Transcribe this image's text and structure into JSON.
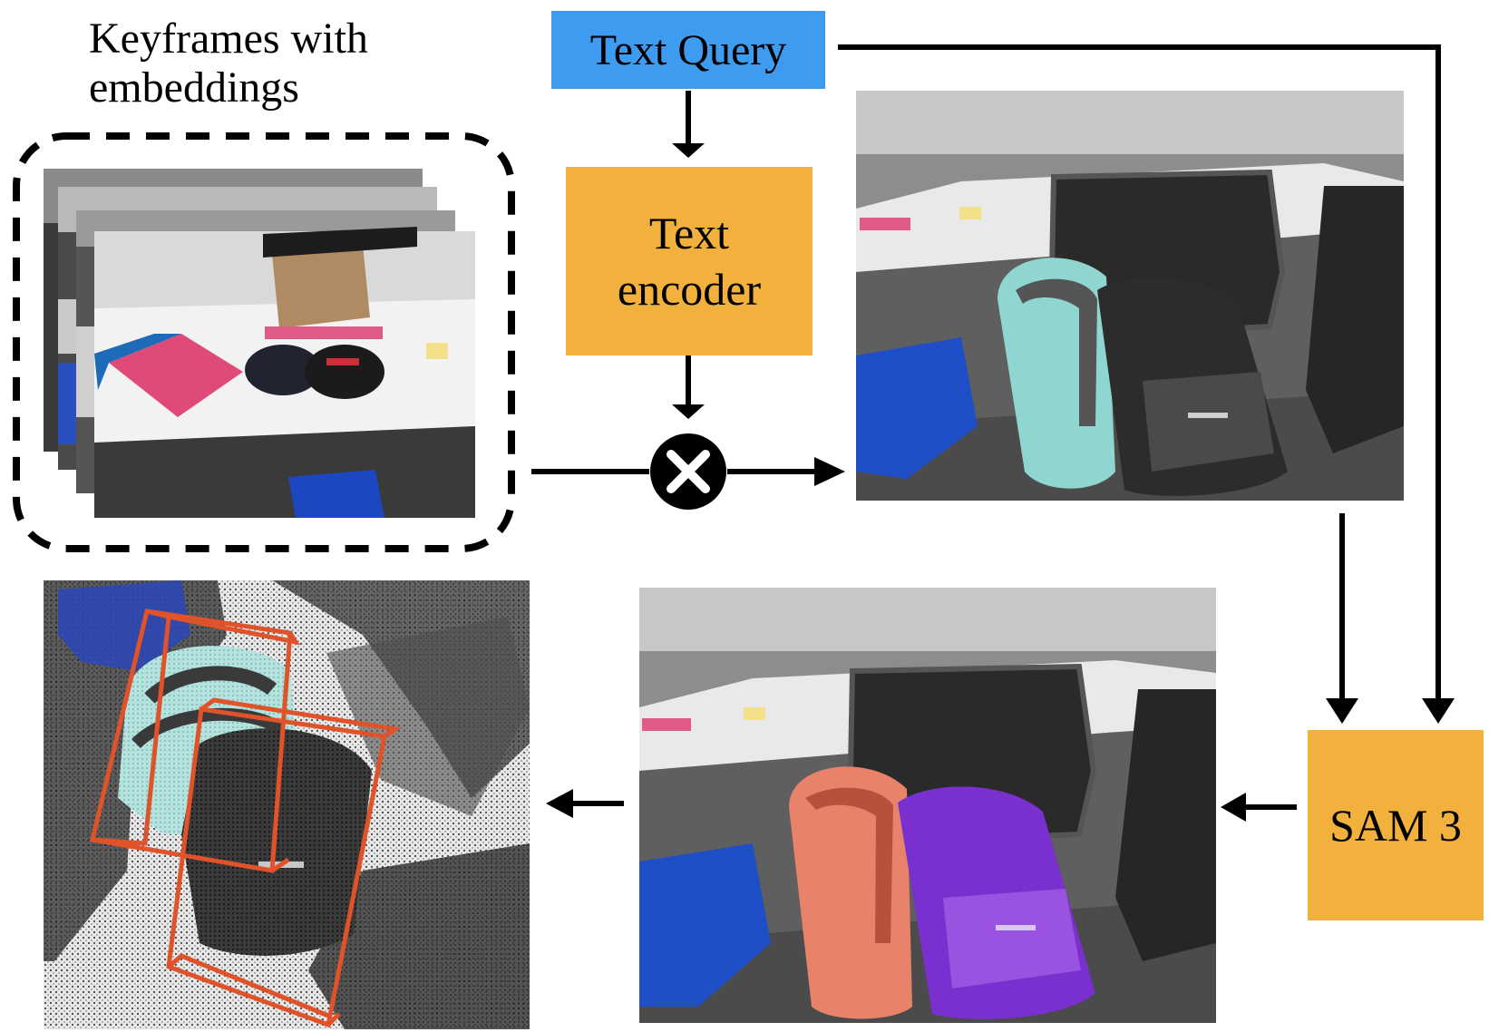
{
  "labels": {
    "keyframes_line1": "Keyframes with",
    "keyframes_line2": "embeddings",
    "text_query": "Text Query",
    "text_encoder_line1": "Text",
    "text_encoder_line2": "encoder",
    "sam3": "SAM 3"
  },
  "colors": {
    "query_box": "#3d9bf0",
    "orange_box": "#f2b13c",
    "arrow": "#000000",
    "bbox_3d": "#e0522a",
    "mask_salmon": "#e8826a",
    "mask_purple": "#7a2fcf",
    "backpack_teal": "#8fd6d0",
    "backpack_black": "#2c2c2c",
    "trash_blue": "#1f4fc6"
  },
  "icons": {
    "combine": "multiply-circle-icon"
  }
}
